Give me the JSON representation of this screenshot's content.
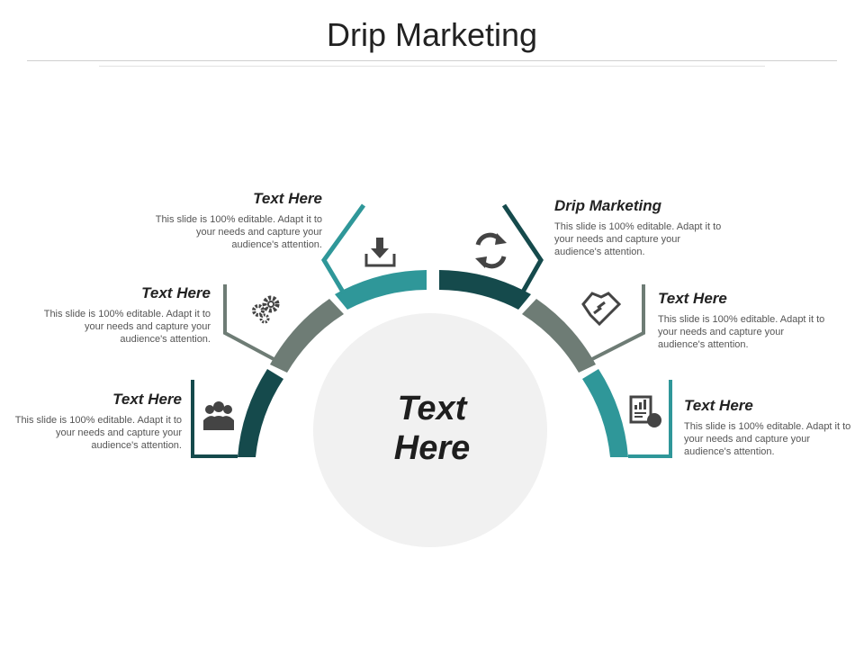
{
  "title": "Drip Marketing",
  "center": {
    "line1": "Text",
    "line2": "Here"
  },
  "colors": {
    "dark_teal": "#154a4c",
    "gray_green": "#6e7c75",
    "teal": "#2f9799",
    "circle": "#f1f1f1"
  },
  "items": [
    {
      "heading": "Text Here",
      "body": "This slide is 100% editable. Adapt it to your needs and capture your audience's attention.",
      "icon": "download-icon"
    },
    {
      "heading": "Text Here",
      "body": "This slide is 100% editable. Adapt it to your needs and capture your audience's attention.",
      "icon": "gears-icon"
    },
    {
      "heading": "Text Here",
      "body": "This slide is 100% editable. Adapt it to your needs and capture your audience's attention.",
      "icon": "team-icon"
    },
    {
      "heading": "Drip Marketing",
      "body": "This slide is 100% editable. Adapt it to your needs and capture your audience's attention.",
      "icon": "refresh-icon"
    },
    {
      "heading": "Text Here",
      "body": "This slide is 100% editable. Adapt it to your needs and capture your audience's attention.",
      "icon": "handshake-icon"
    },
    {
      "heading": "Text Here",
      "body": "This slide is 100% editable. Adapt it to your needs and capture your audience's attention.",
      "icon": "report-icon"
    }
  ]
}
